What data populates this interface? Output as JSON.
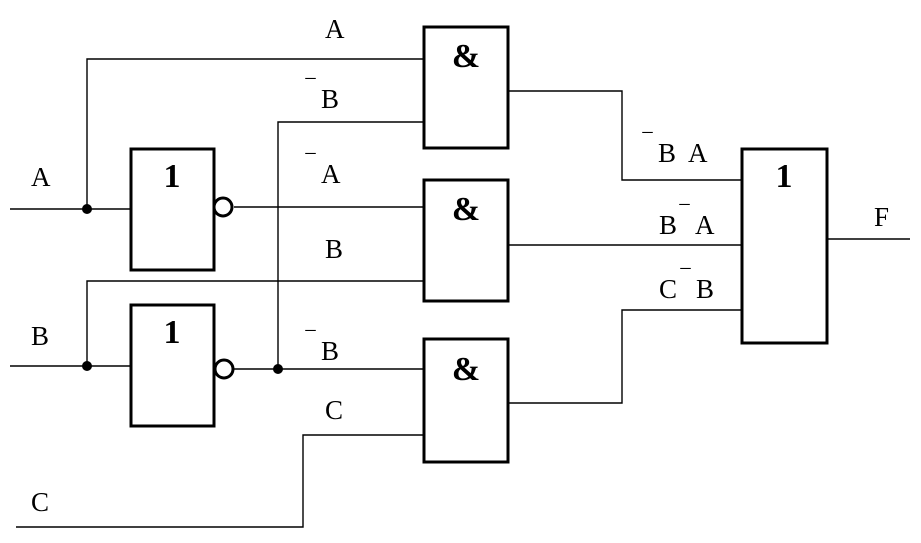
{
  "inputs": {
    "a": "A",
    "b": "B",
    "c": "C"
  },
  "output": "F",
  "gates": {
    "not_a_symbol": "1",
    "not_b_symbol": "1",
    "and1_symbol": "&",
    "and2_symbol": "&",
    "and3_symbol": "&",
    "or_symbol": "1"
  },
  "wire_labels": {
    "and1_in_a": "A",
    "and1_in_b": "B",
    "and2_in_a": "A",
    "and2_in_b": "B",
    "and3_in_b": "B",
    "and3_in_c": "C",
    "or_in1": "B  A",
    "or_in2_left": "B",
    "or_in2_right": "A",
    "or_in3_left": "C",
    "or_in3_right": "B"
  },
  "negation_mark": "‾"
}
